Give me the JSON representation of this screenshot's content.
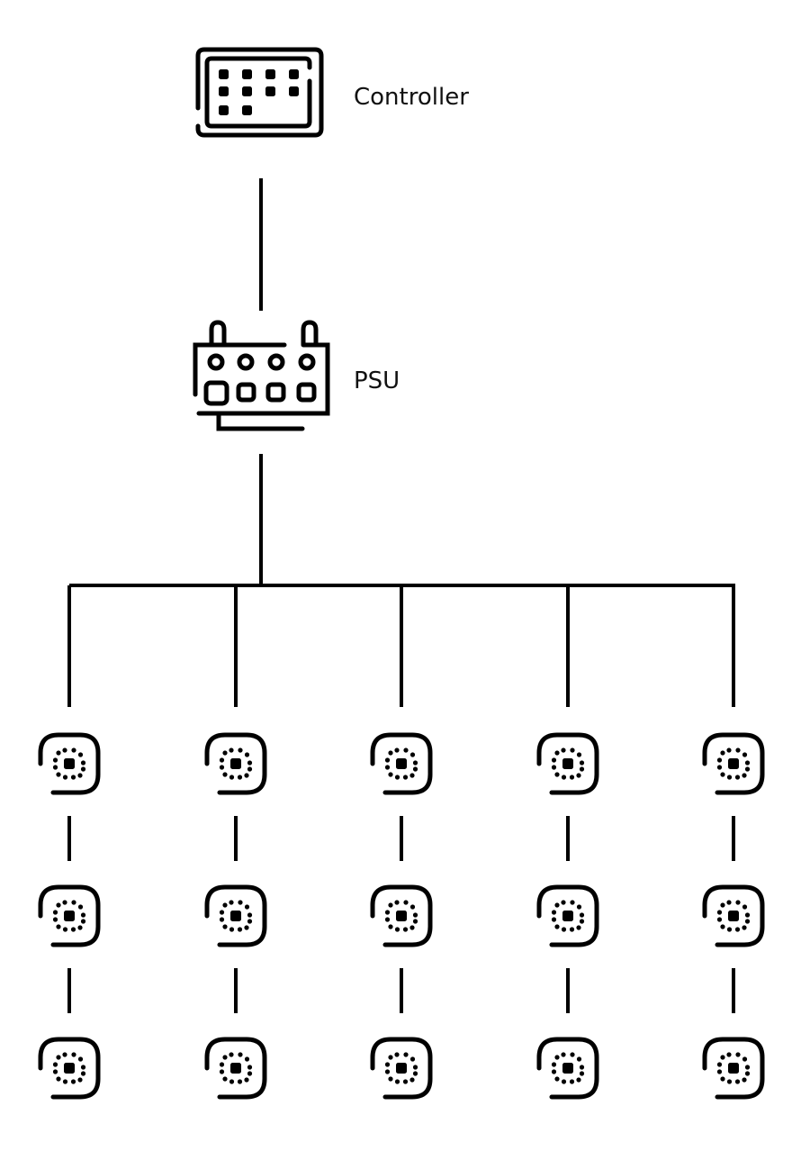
{
  "diagram": {
    "title": "",
    "stroke_color": "#000000",
    "background": "#ffffff",
    "nodes": {
      "controller": {
        "label": "Controller",
        "icon": "controller-icon"
      },
      "psu": {
        "label": "PSU",
        "icon": "psu-icon"
      }
    },
    "led_grid": {
      "columns": 5,
      "rows": 3,
      "icon": "led-module-icon",
      "topology": "PSU feeds 5 parallel chains; each chain has 3 LED modules in series"
    },
    "edges": [
      {
        "from": "controller",
        "to": "psu"
      },
      {
        "from": "psu",
        "to": "led-bus"
      },
      {
        "from": "led-bus",
        "to": "chain-1"
      },
      {
        "from": "led-bus",
        "to": "chain-2"
      },
      {
        "from": "led-bus",
        "to": "chain-3"
      },
      {
        "from": "led-bus",
        "to": "chain-4"
      },
      {
        "from": "led-bus",
        "to": "chain-5"
      }
    ]
  }
}
